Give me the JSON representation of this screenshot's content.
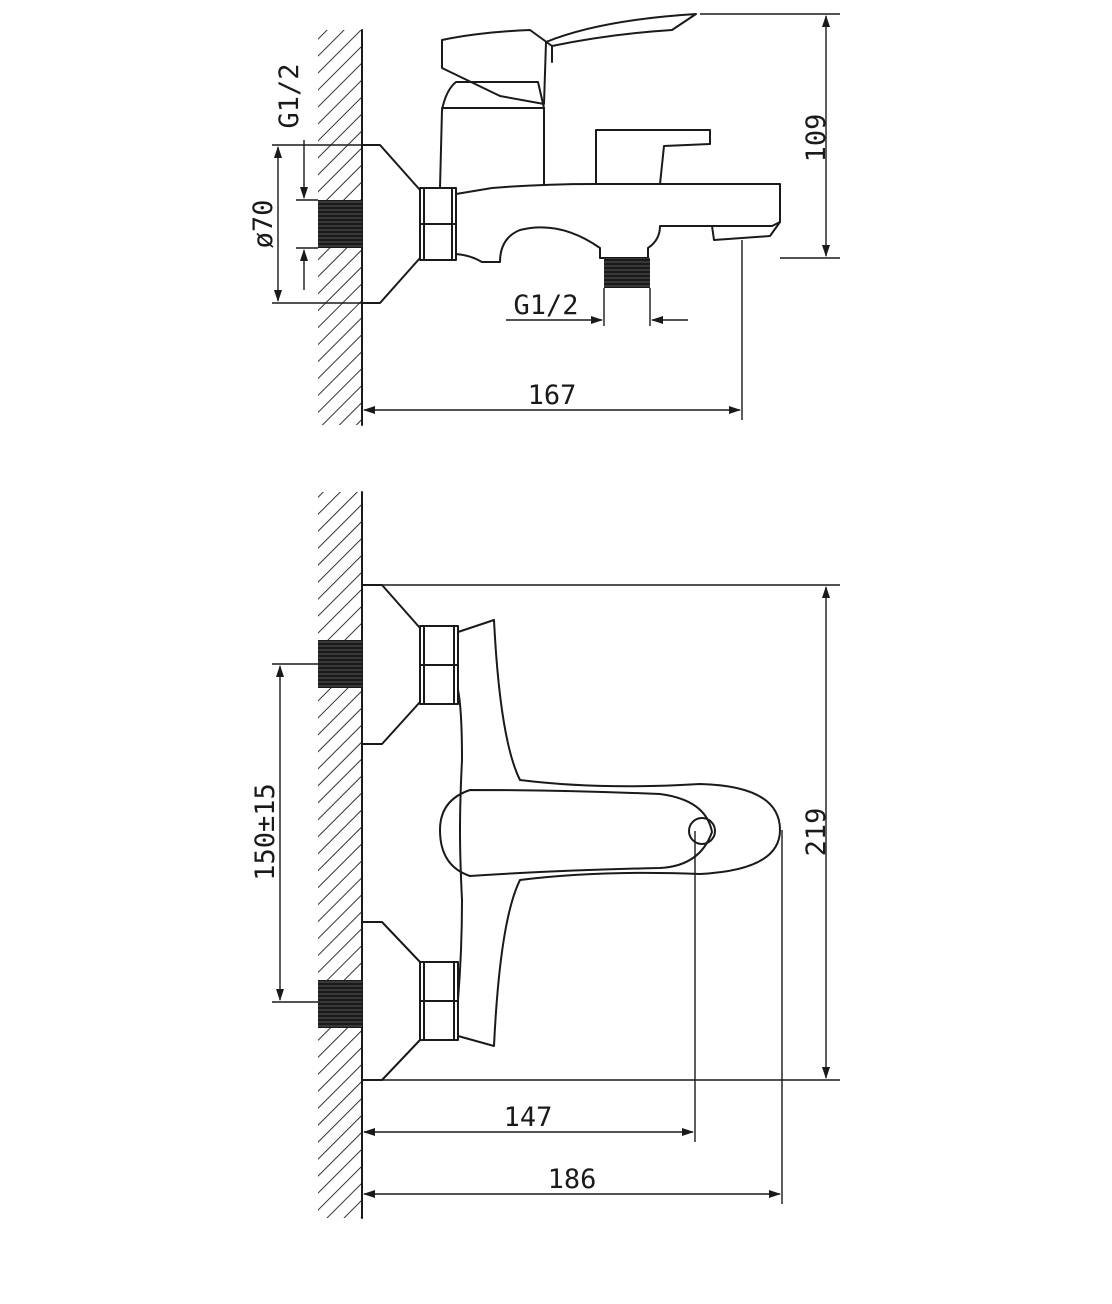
{
  "side_view": {
    "thread_top_label": "G1/2",
    "diameter_label": "ø70",
    "height_label": "109",
    "thread_bottom_label": "G1/2",
    "length_label": "167"
  },
  "top_view": {
    "spacing_label": "150±15",
    "height_label": "219",
    "handle_distance_label": "147",
    "total_length_label": "186"
  }
}
